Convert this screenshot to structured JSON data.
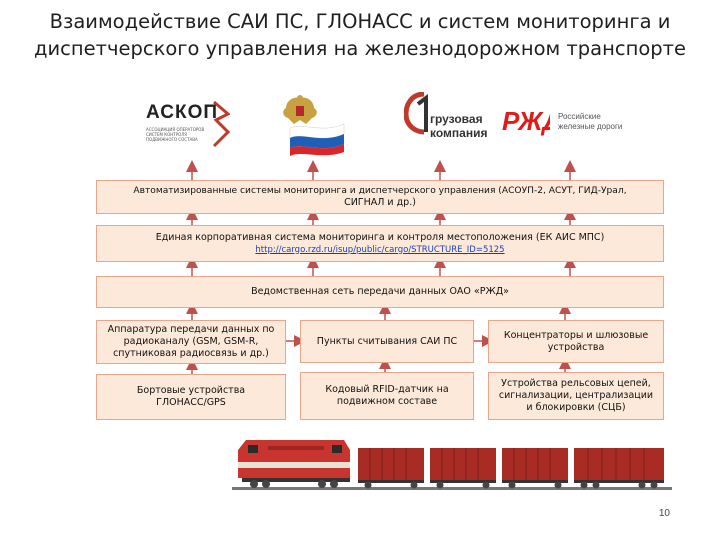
{
  "title": {
    "line1": "Взаимодействие САИ ПС, ГЛОНАСС и систем мониторинга и",
    "line2": "диспетчерского управления на железнодорожном транспорте"
  },
  "logos": {
    "askop": {
      "name": "АСКОП",
      "subtext": [
        "АССОЦИАЦИЯ ОПЕРАТОРОВ",
        "СИСТЕМ КОНТРОЛЯ",
        "ПОДВИЖНОГО СОСТАВА"
      ],
      "color": "#c0392b"
    },
    "emblem": {
      "icon": "russian-emblem-flag-icon"
    },
    "pgk": {
      "line1": "грузовая",
      "line2": "компания",
      "color": "#c0392b"
    },
    "rzd": {
      "line1": "Российские",
      "line2": "железные дороги",
      "color": "#e21a1a"
    }
  },
  "boxes": {
    "monitoring": {
      "line1": "Автоматизированные системы мониторинга и диспетчерского управления (АСОУП-2, АСУТ, ГИД-Урал,",
      "line2": "СИГНАЛ и др.)"
    },
    "ekaism": {
      "line1": "Единая корпоративная система мониторинга и контроля местоположения (ЕК АИС МПС)",
      "link": "http://cargo.rzd.ru/isup/public/cargo/STRUCTURE_ID=5125"
    },
    "network": {
      "text": "Ведомственная сеть передачи данных ОАО «РЖД»"
    },
    "radio": {
      "line1": "Аппаратура передачи данных по",
      "line2": "радиоканалу (GSM, GSM-R,",
      "line3": "спутниковая радиосвязь и др.)"
    },
    "readers": {
      "text": "Пункты считывания САИ ПС"
    },
    "concentrators": {
      "line1": "Концентраторы и шлюзовые",
      "line2": "устройства"
    },
    "glonass": {
      "line1": "Бортовые устройства",
      "line2": "ГЛОНАСС/GPS"
    },
    "rfid": {
      "line1": "Кодовый RFID-датчик на",
      "line2": "подвижном составе"
    },
    "signalling": {
      "line1": "Устройства рельсовых цепей,",
      "line2": "сигнализации, централизации",
      "line3": "и блокировки (СЦБ)"
    }
  },
  "colors": {
    "box_fill": "#fde9d9",
    "box_border": "#e8a58a",
    "arrow": "#c0504d"
  },
  "page_number": "10"
}
